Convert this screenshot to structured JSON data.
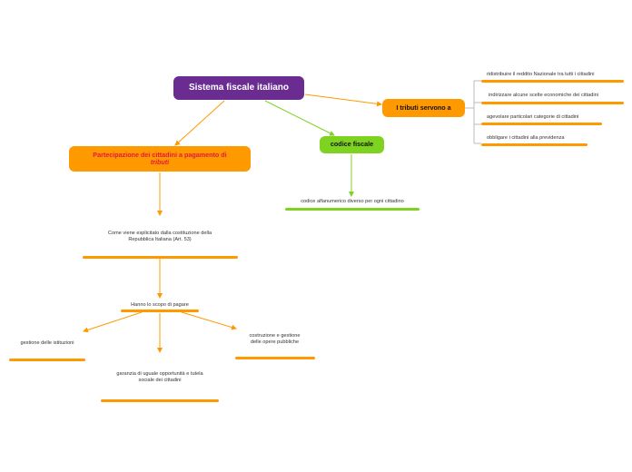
{
  "root": {
    "label": "Sistema fiscale italiano"
  },
  "partecipazione": {
    "line1": "Partecipazione dei cittadini a pagamento di",
    "line2": "tributi"
  },
  "tributi_servono": {
    "label": "I tributi servono a"
  },
  "codice_fiscale": {
    "label": "codice fiscale"
  },
  "codice_desc": {
    "label": "codice alfanumerico diverso per ogni cittadino"
  },
  "costituzione": {
    "line1": "Come viene esplicitato dalla  costituzione della",
    "line2": "Repubblica Italiana (Art. 53)"
  },
  "scopo": {
    "label": "Hanno lo scopo di pagare"
  },
  "istruzioni": {
    "label": "gestione delle istituzioni"
  },
  "opere": {
    "line1": "costruzione e gestione",
    "line2": "delle opere pubbliche"
  },
  "opportunita": {
    "line1": "garanzia di uguale opportunità e tutela",
    "line2": "sociale dei cittadini"
  },
  "servono_items": [
    "ridistribuire il reddito Nazionale tra tutti i cittadini",
    "indirizzare alcune scelte economiche dei cittadini",
    "agevolare particolari categorie di cittadini",
    "obbligare i cittadini alla previdenza"
  ],
  "colors": {
    "root": "#6a2c91",
    "orange": "#ff9900",
    "green": "#7ed321",
    "red_text": "#e8173f"
  }
}
